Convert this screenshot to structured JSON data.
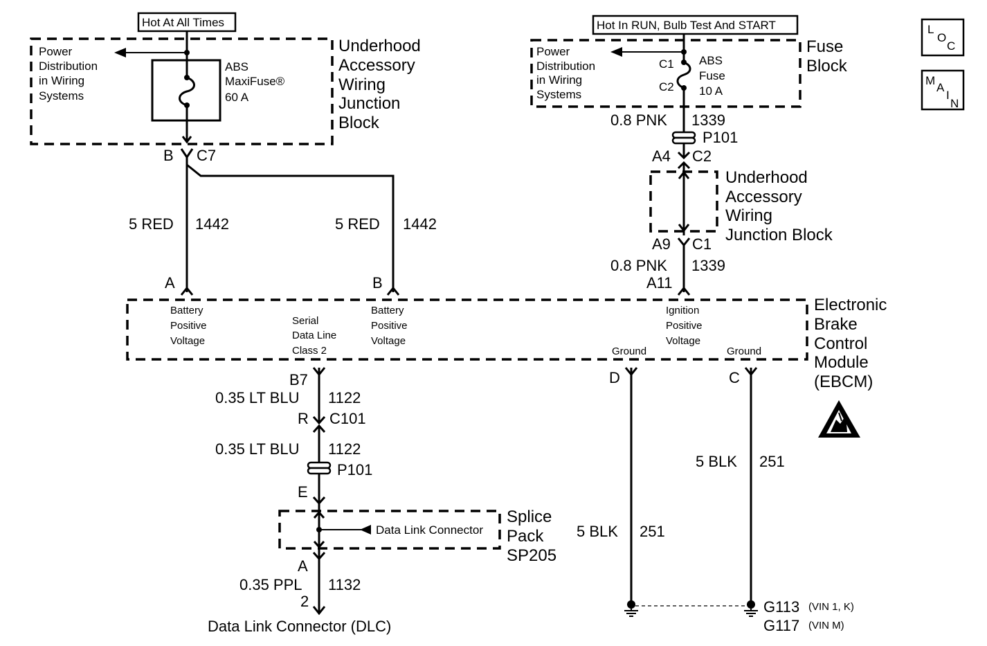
{
  "left_supply": {
    "header": "Hot At All Times",
    "pd_line1": "Power",
    "pd_line2": "Distribution",
    "pd_line3": "in Wiring",
    "pd_line4": "Systems",
    "fuse_line1": "ABS",
    "fuse_line2": "MaxiFuse®",
    "fuse_line3": "60 A",
    "block_line1": "Underhood",
    "block_line2": "Accessory",
    "block_line3": "Wiring",
    "block_line4": "Junction",
    "block_line5": "Block",
    "pin_b": "B",
    "conn_c7": "C7"
  },
  "right_supply": {
    "header": "Hot In RUN, Bulb Test And START",
    "pd_line1": "Power",
    "pd_line2": "Distribution",
    "pd_line3": "in Wiring",
    "pd_line4": "Systems",
    "c1": "C1",
    "c2": "C2",
    "fuse_line1": "ABS",
    "fuse_line2": "Fuse",
    "fuse_line3": "10 A",
    "block_line1": "Fuse",
    "block_line2": "Block"
  },
  "ignition_circuit": {
    "wire1_size": "0.8 PNK",
    "wire1_ckt": "1339",
    "p101": "P101",
    "pin_a4": "A4",
    "conn_c2": "C2",
    "uajb_line1": "Underhood",
    "uajb_line2": "Accessory",
    "uajb_line3": "Wiring",
    "uajb_line4": "Junction Block",
    "pin_a9": "A9",
    "conn_c1": "C1",
    "wire2_size": "0.8 PNK",
    "wire2_ckt": "1339",
    "pin_a11": "A11"
  },
  "battery_wires": {
    "a_size": "5 RED",
    "a_ckt": "1442",
    "b_size": "5 RED",
    "b_ckt": "1442",
    "pin_a": "A",
    "pin_b": "B"
  },
  "ebcm": {
    "name_line1": "Electronic",
    "name_line2": "Brake",
    "name_line3": "Control",
    "name_line4": "Module",
    "name_line5": "(EBCM)",
    "batt_a_line1": "Battery",
    "batt_a_line2": "Positive",
    "batt_a_line3": "Voltage",
    "sdl_line1": "Serial",
    "sdl_line2": "Data Line",
    "sdl_line3": "Class 2",
    "batt_b_line1": "Battery",
    "batt_b_line2": "Positive",
    "batt_b_line3": "Voltage",
    "ign_line1": "Ignition",
    "ign_line2": "Positive",
    "ign_line3": "Voltage",
    "gnd_d": "Ground",
    "gnd_c": "Ground",
    "pin_d": "D",
    "pin_c": "C"
  },
  "data_line": {
    "pin_b7": "B7",
    "wire1_size": "0.35 LT BLU",
    "wire1_ckt": "1122",
    "pin_r": "R",
    "conn_c101": "C101",
    "wire2_size": "0.35 LT BLU",
    "wire2_ckt": "1122",
    "p101": "P101",
    "pin_e": "E",
    "splice_label": "Data Link Connector",
    "splice_line1": "Splice",
    "splice_line2": "Pack",
    "splice_line3": "SP205",
    "pin_a": "A",
    "wire3_size": "0.35 PPL",
    "wire3_ckt": "1132",
    "pin_2": "2",
    "dlc": "Data Link Connector (DLC)"
  },
  "grounds": {
    "d_size": "5 BLK",
    "d_ckt": "251",
    "c_size": "5 BLK",
    "c_ckt": "251",
    "g113": "G113",
    "g113_note": "(VIN 1, K)",
    "g117": "G117",
    "g117_note": "(VIN M)"
  },
  "nav": {
    "loc_l": "L",
    "loc_o": "O",
    "loc_c": "C",
    "main_m": "M",
    "main_a": "A",
    "main_i": "I",
    "main_n": "N"
  }
}
